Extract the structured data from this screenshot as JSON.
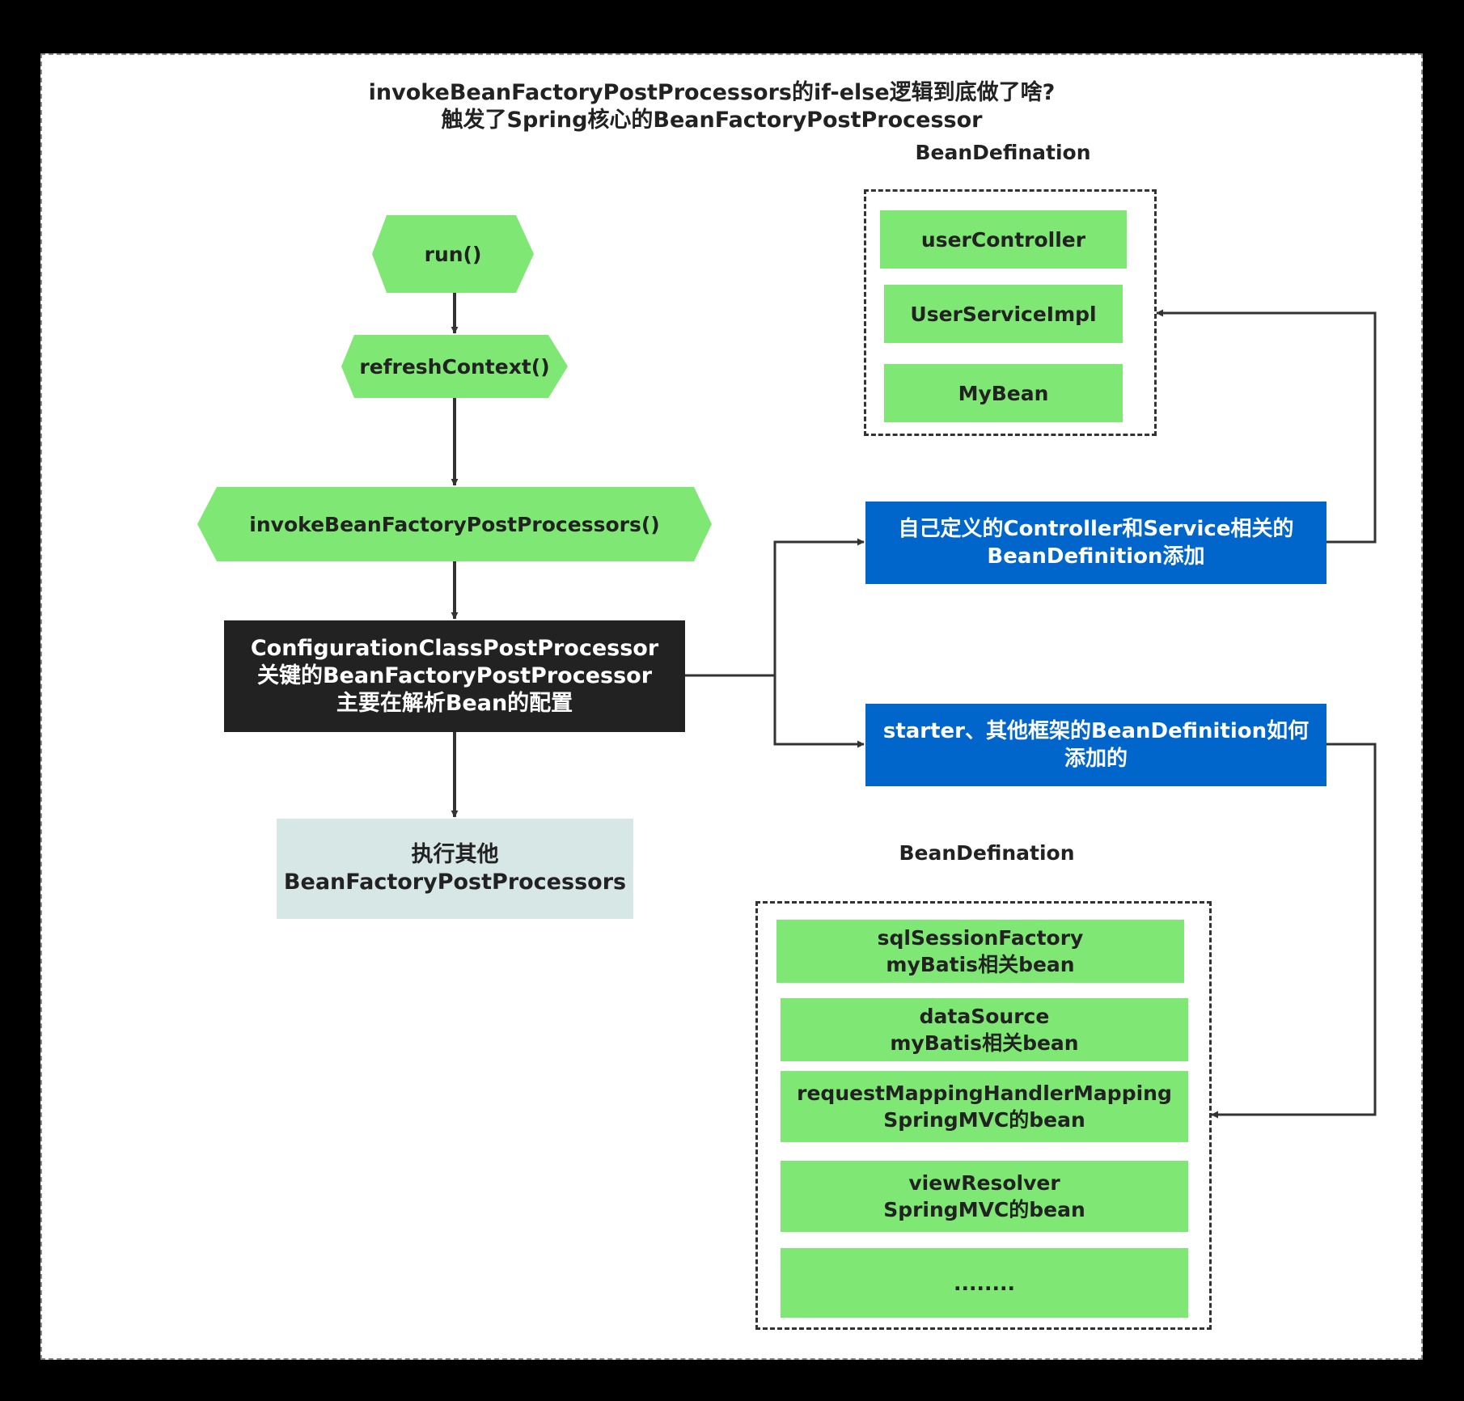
{
  "title": {
    "line1": "invokeBeanFactoryPostProcessors的if-else逻辑到底做了啥?",
    "line2": "触发了Spring核心的BeanFactoryPostProcessor"
  },
  "flow": {
    "run": "run()",
    "refresh_context": "refreshContext()",
    "invoke": "invokeBeanFactoryPostProcessors()",
    "config_processor": "ConfigurationClassPostProcessor\n关键的BeanFactoryPostProcessor\n主要在解析Bean的配置",
    "other": "执行其他\nBeanFactoryPostProcessors"
  },
  "branches": {
    "custom": "自己定义的Controller和Service相关的\nBeanDefinition添加",
    "starter": "starter、其他框架的BeanDefinition如何\n添加的"
  },
  "group_top": {
    "caption": "BeanDefination",
    "items": [
      "userController",
      "UserServiceImpl",
      "MyBean"
    ]
  },
  "group_bottom": {
    "caption": "BeanDefination",
    "items": [
      "sqlSessionFactory\nmyBatis相关bean",
      "dataSource\nmyBatis相关bean",
      "requestMappingHandlerMapping\nSpringMVC的bean",
      "viewResolver\nSpringMVC的bean",
      "........"
    ]
  },
  "colors": {
    "node_green": "#7fe874",
    "node_blue": "#0066cc",
    "node_dark": "#222222",
    "node_gray": "#d6e7e6",
    "edge": "#333333"
  }
}
